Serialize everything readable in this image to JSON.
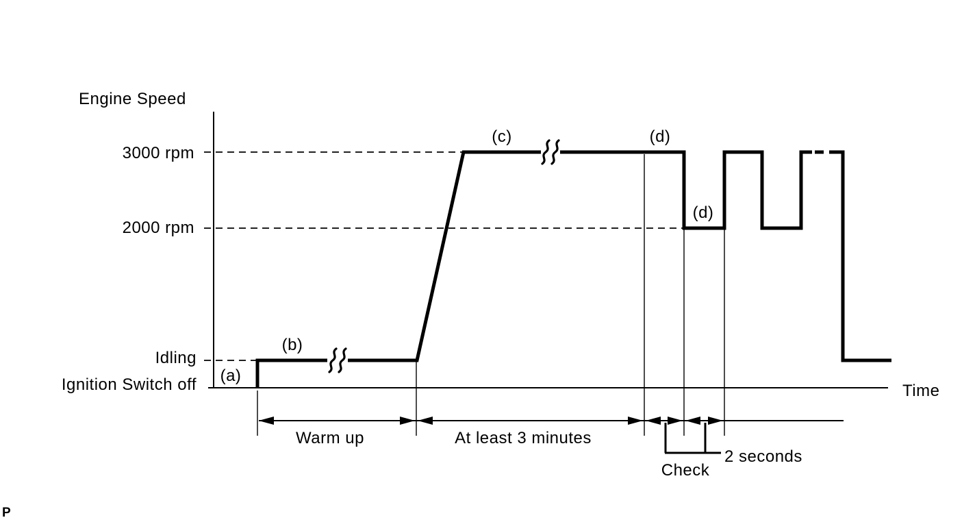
{
  "corner_mark": "P",
  "diagram": {
    "y_axis_title": "Engine Speed",
    "x_axis_title": "Time",
    "axis_labels": {
      "rpm_3000": "3000 rpm",
      "rpm_2000": "2000 rpm",
      "idling": "Idling",
      "ignition_off": "Ignition Switch off"
    },
    "phase_labels": {
      "a": "(a)",
      "b": "(b)",
      "c": "(c)",
      "d_top": "(d)",
      "d_low": "(d)"
    },
    "annotations": {
      "warm_up": "Warm up",
      "at_least_3_minutes": "At least 3 minutes",
      "check": "Check",
      "two_seconds": "2 seconds"
    },
    "colors": {
      "ink": "#000000",
      "background": "#ffffff"
    }
  },
  "chart_data": {
    "type": "line",
    "title": "Engine speed timing diagram",
    "xlabel": "Time",
    "ylabel": "Engine Speed",
    "y_levels": [
      "Ignition Switch off",
      "Idling",
      "2000 rpm",
      "3000 rpm"
    ],
    "sequence": [
      {
        "phase": "(a)",
        "level": "Ignition Switch off to Idling"
      },
      {
        "phase": "(b)",
        "level": "Idling",
        "duration": "Warm up",
        "time_break": true
      },
      {
        "phase": "(c)",
        "level": "3000 rpm",
        "duration": "At least 3 minutes",
        "time_break": true
      },
      {
        "phase": "(d)",
        "level": "3000 rpm",
        "duration": "2 seconds",
        "annotation": "Check"
      },
      {
        "phase": "(d)",
        "level": "2000 rpm",
        "duration": "2 seconds",
        "annotation": "Check"
      },
      {
        "level": "3000 rpm"
      },
      {
        "level": "2000 rpm"
      },
      {
        "level": "3000 rpm",
        "continues_dashed": true
      },
      {
        "level": "Idling"
      }
    ],
    "legend": null,
    "grid": false
  }
}
